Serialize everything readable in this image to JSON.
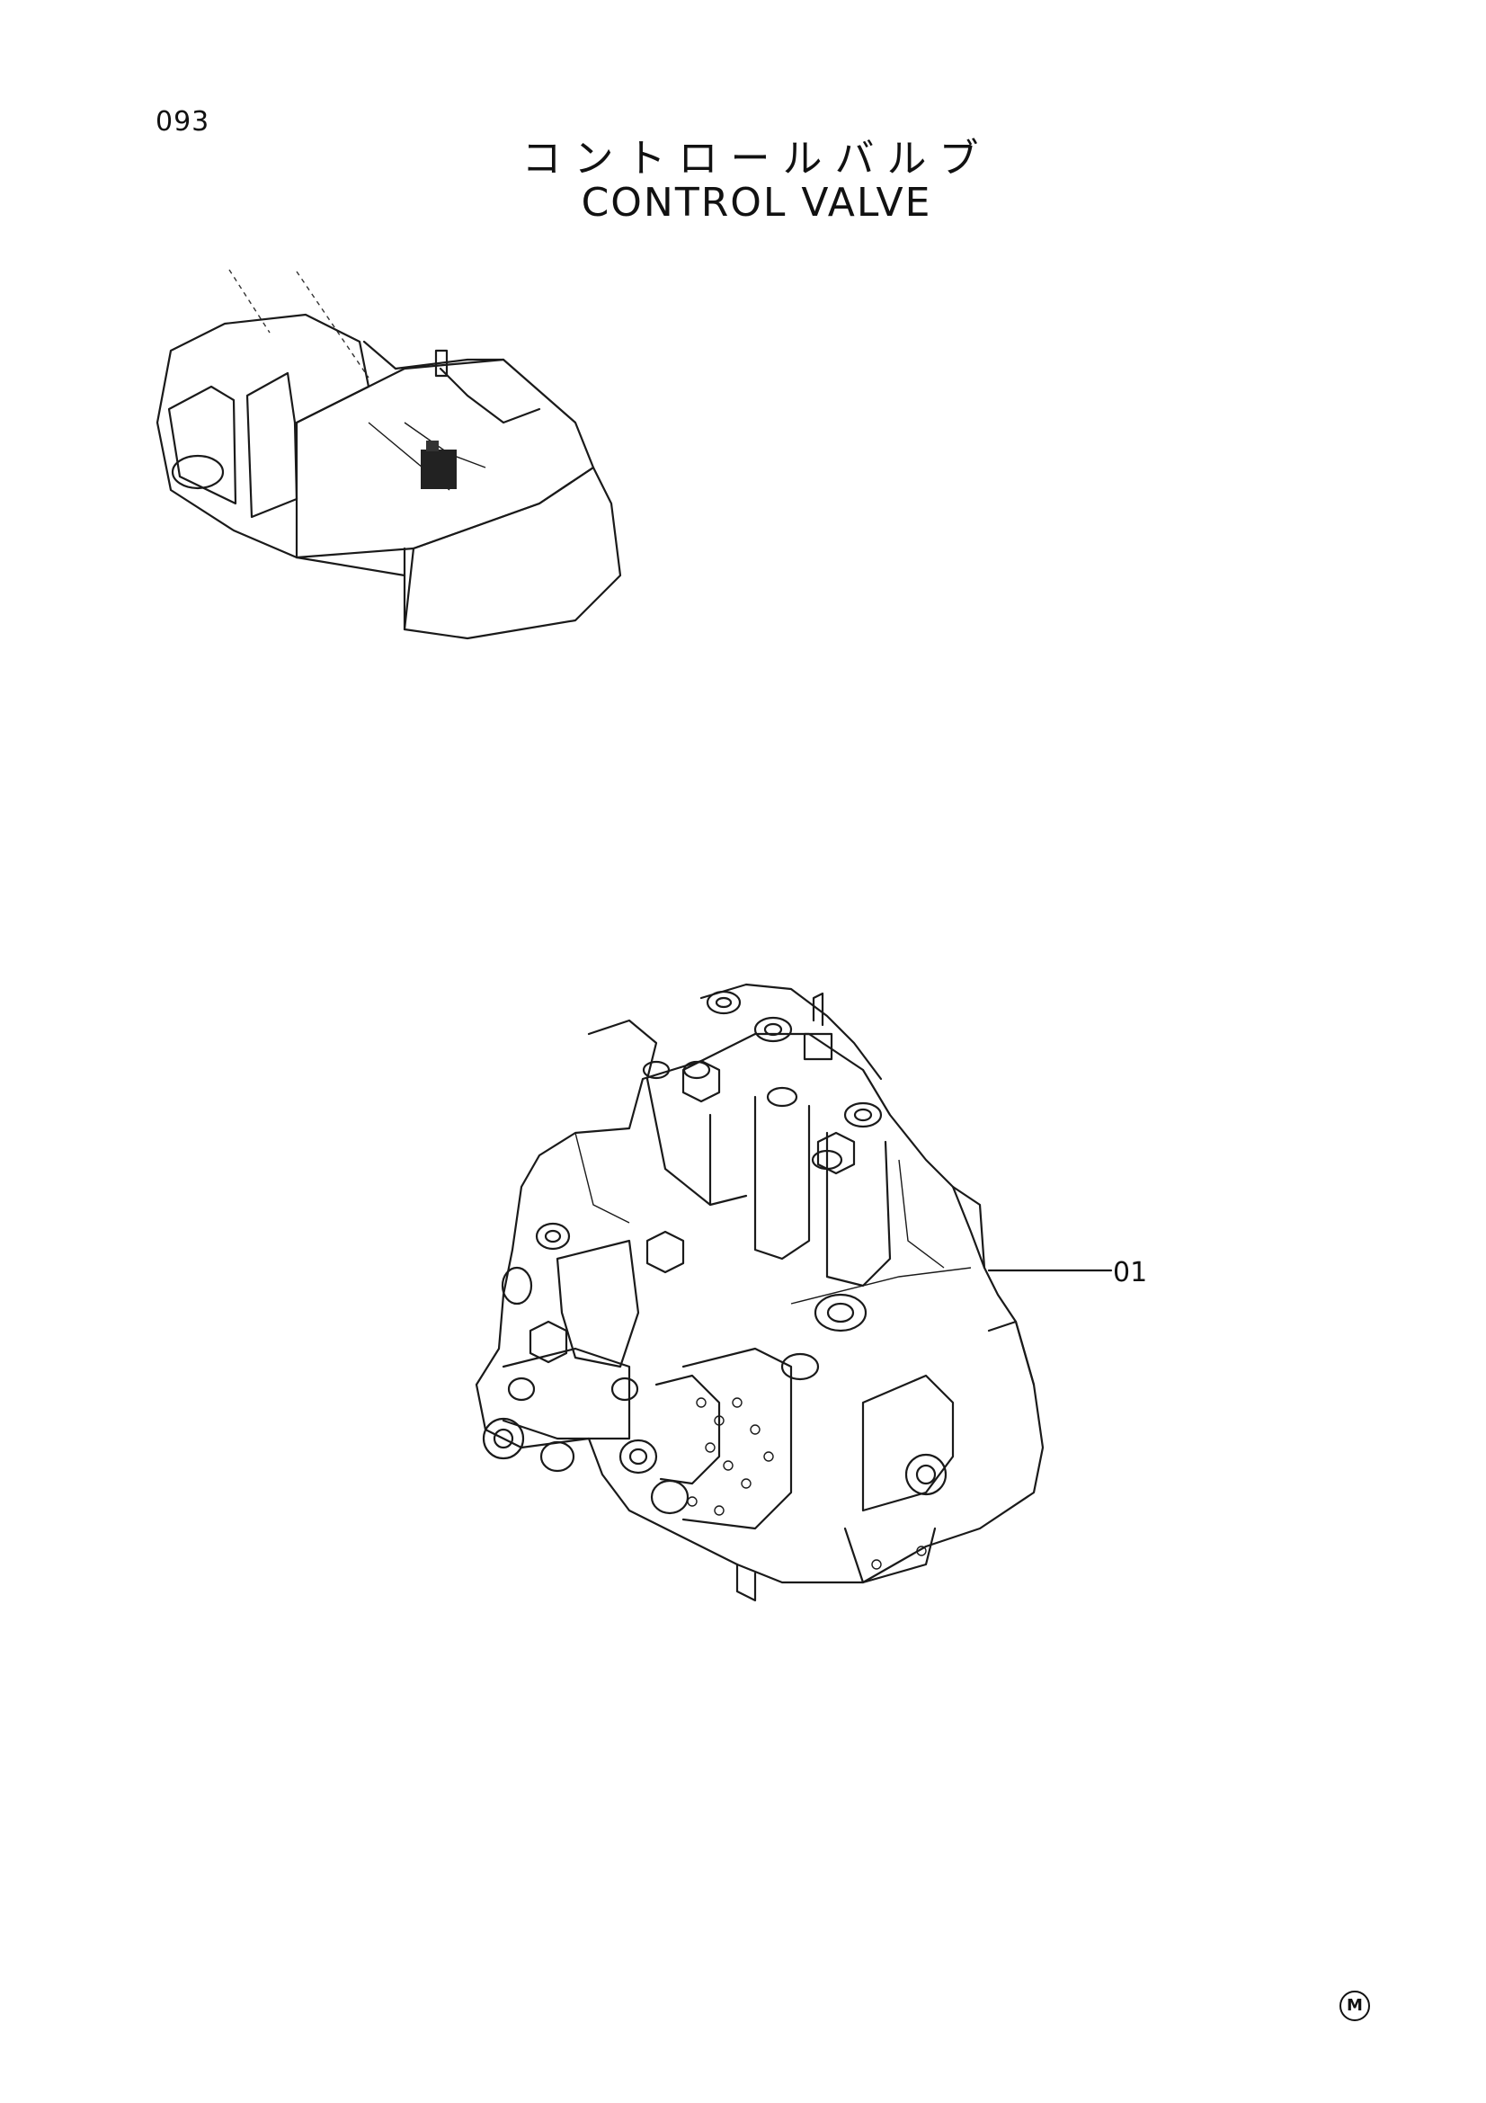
{
  "header": {
    "page_number": "093",
    "title_japanese": "コントロールバルブ",
    "title_english": "CONTROL VALVE"
  },
  "callouts": [
    {
      "label": "01"
    }
  ],
  "footer": {
    "mark": "M"
  },
  "icons": {
    "excavator_overview": "excavator-overview-icon",
    "control_valve": "control-valve-drawing-icon"
  }
}
